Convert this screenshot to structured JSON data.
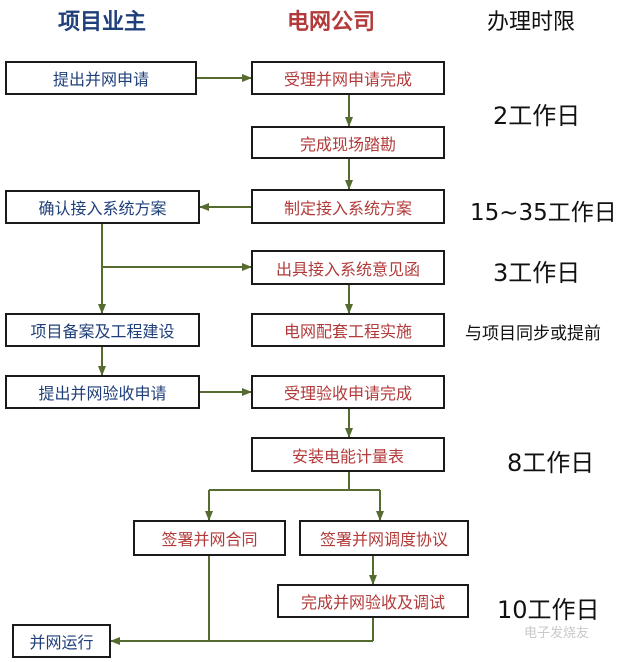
{
  "headers": {
    "owner": "项目业主",
    "grid": "电网公司",
    "deadline": "办理时限"
  },
  "owner_steps": {
    "apply": "提出并网申请",
    "confirm_plan": "确认接入系统方案",
    "record_build": "项目备案及工程建设",
    "apply_acceptance": "提出并网验收申请",
    "grid_operation": "并网运行"
  },
  "grid_steps": {
    "accept_apply": "受理并网申请完成",
    "survey": "完成现场踏勘",
    "make_plan": "制定接入系统方案",
    "issue_letter": "出具接入系统意见函",
    "supporting_works": "电网配套工程实施",
    "accept_acceptance": "受理验收申请完成",
    "install_meter": "安装电能计量表",
    "sign_contract": "签署并网合同",
    "sign_dispatch": "签署并网调度协议",
    "finish_acceptance": "完成并网验收及调试"
  },
  "deadlines": {
    "d1": "2工作日",
    "d2": "15~35工作日",
    "d3": "3工作日",
    "d4": "与项目同步或提前",
    "d5": "8工作日",
    "d6": "10工作日"
  },
  "watermark": "电子发烧友",
  "colors": {
    "owner_text": "#1f3f7a",
    "grid_text": "#b23a3a",
    "connector": "#556b2f"
  }
}
